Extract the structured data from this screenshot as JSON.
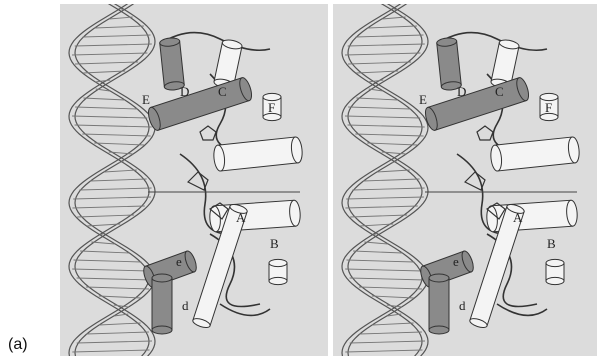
{
  "figure": {
    "label": "(a)",
    "panel_names": [
      "stereo-left",
      "stereo-right"
    ],
    "helix_labels": {
      "A": "A",
      "B": "B",
      "C": "C",
      "D": "D",
      "E": "E",
      "F": "F",
      "d": "d",
      "e": "e"
    },
    "colors": {
      "background": "#dcdcdc",
      "dna_stroke": "#555555",
      "helix_light": "#f4f4f4",
      "helix_dark": "#8a8a8a",
      "outline": "#333333"
    }
  }
}
